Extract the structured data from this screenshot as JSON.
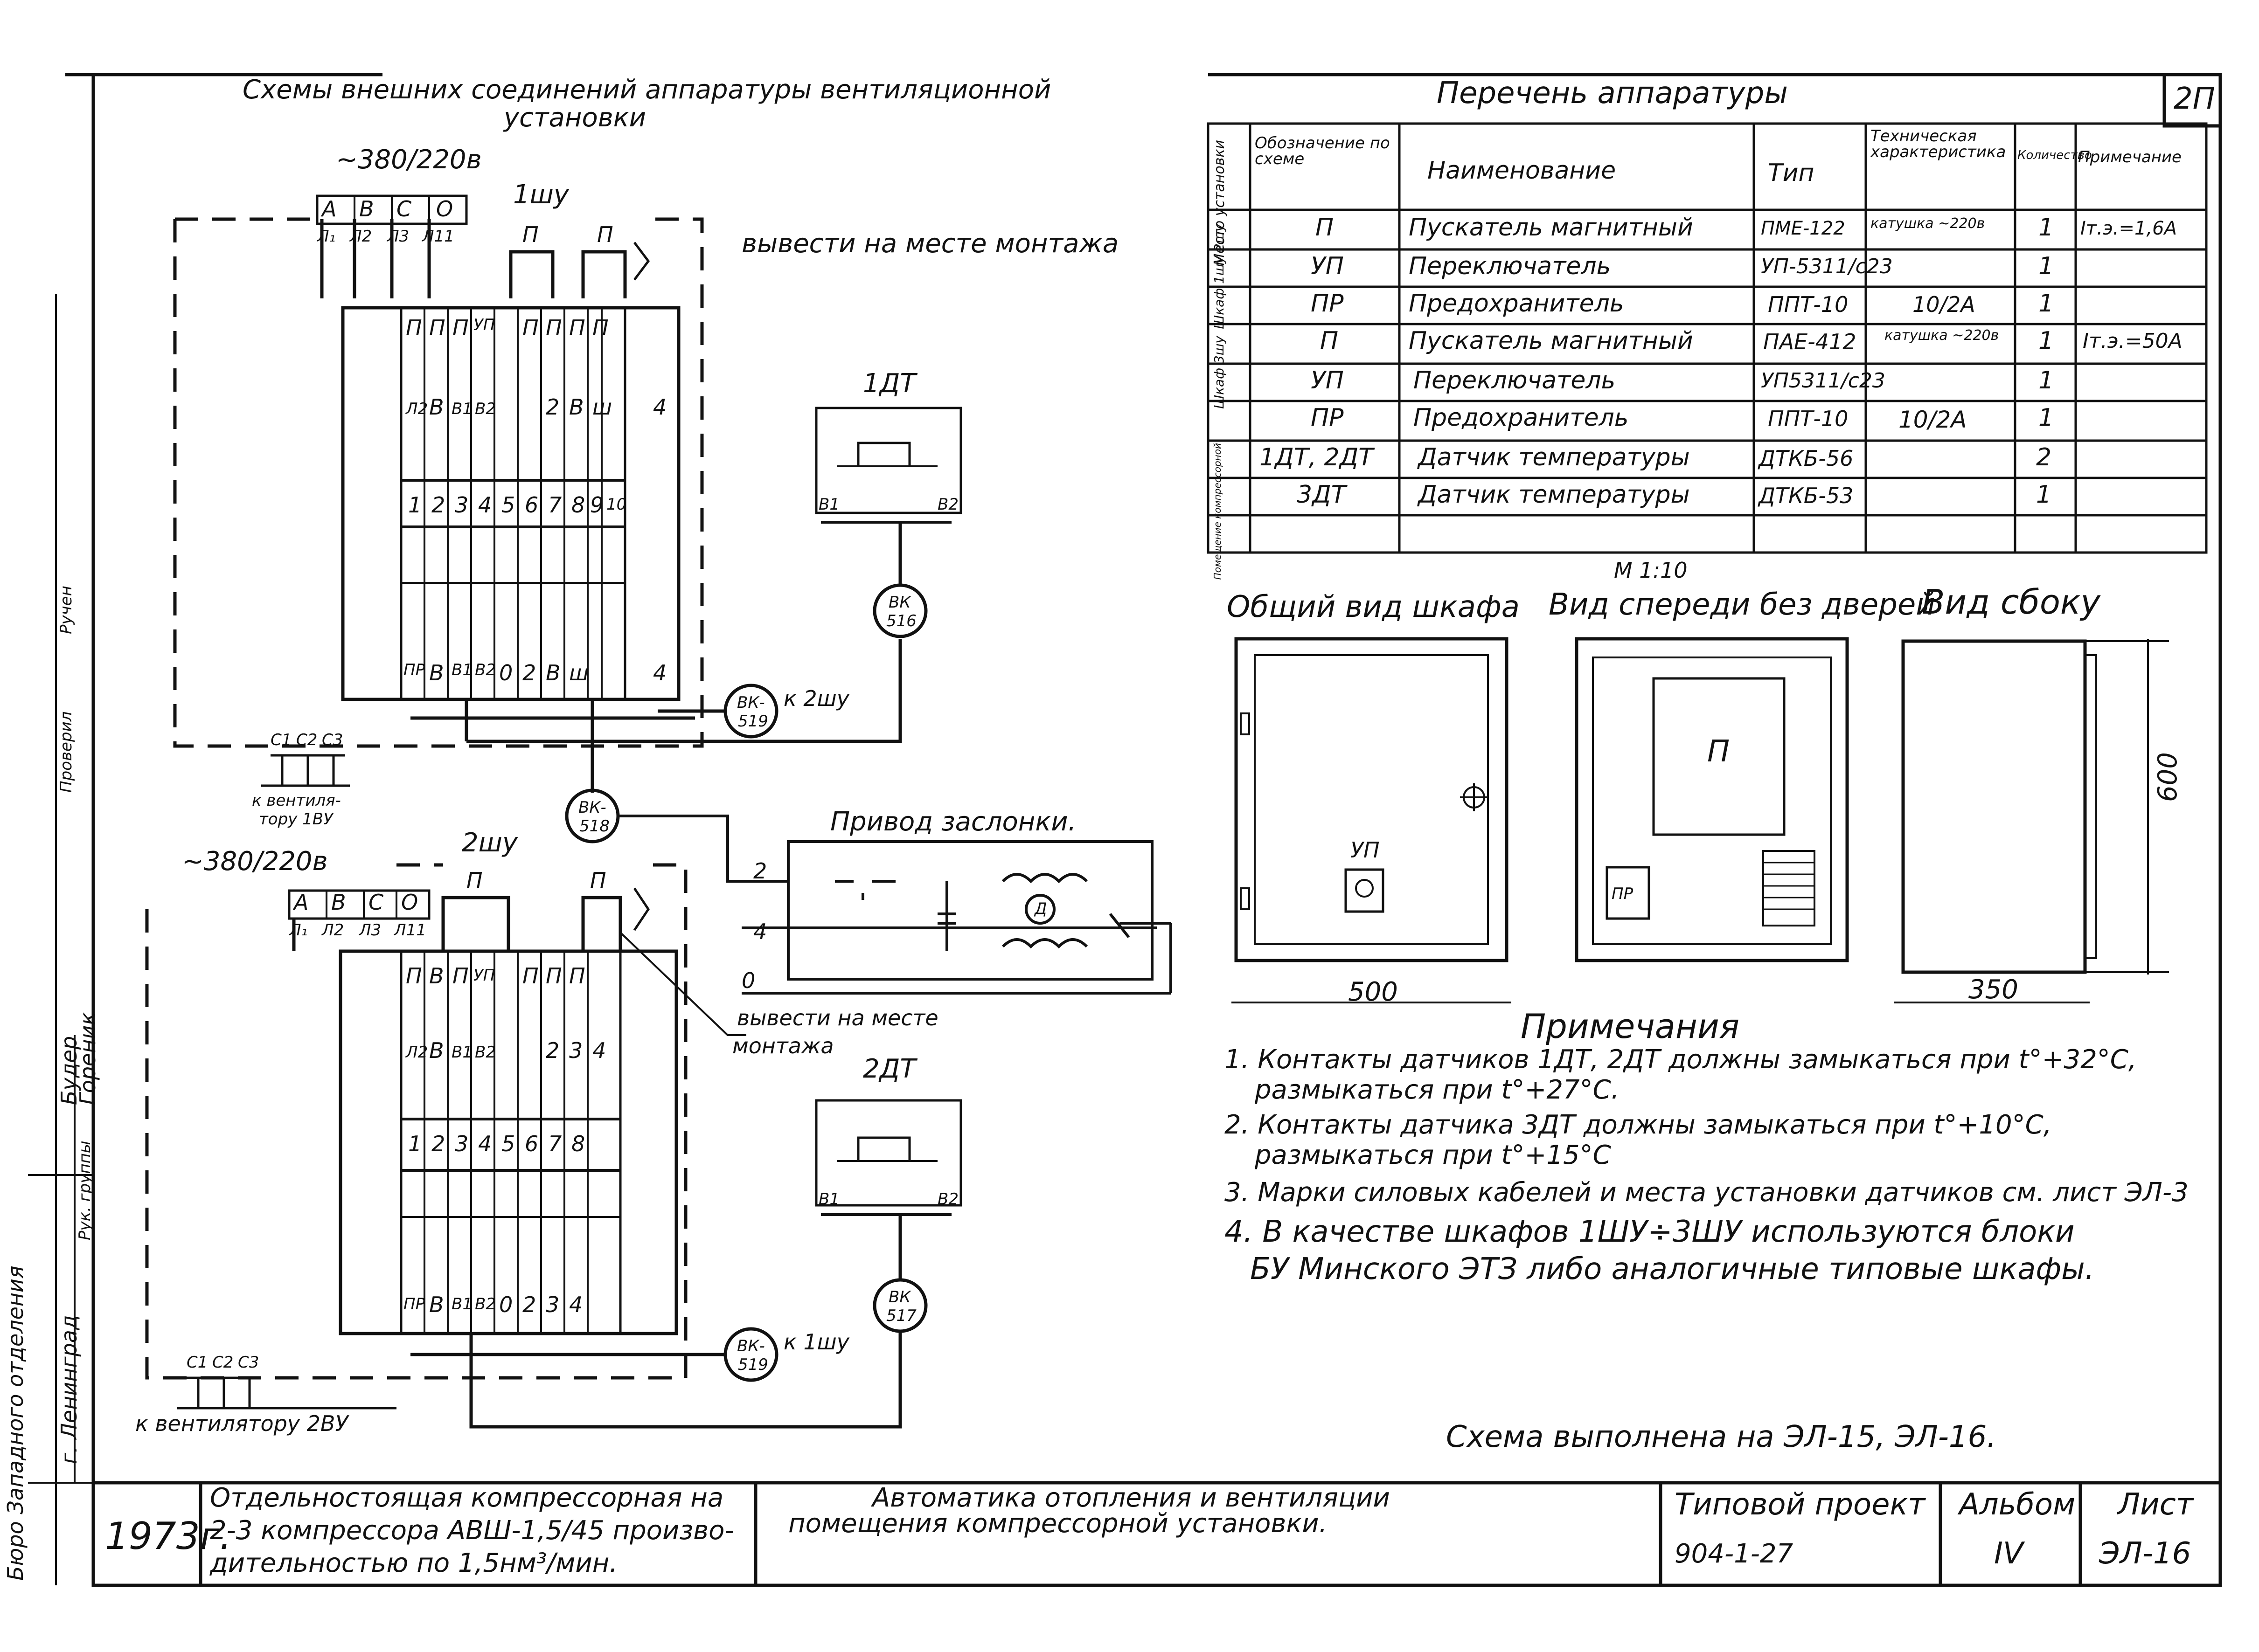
{
  "sheet_mark": "2П",
  "left_schemes_title": [
    "Схемы внешних соединений аппаратуры вентиляционной",
    "установки"
  ],
  "table_title": "Перечень аппаратуры",
  "scale": "М 1:10",
  "supply_1": "~380/220в",
  "supply_2": "~380/220в",
  "cabinet_1": "1шу",
  "cabinet_2": "2шу",
  "phase_labels_top": [
    "А",
    "В",
    "С",
    "О"
  ],
  "phase_labels_sub": [
    "Л₁",
    "Л2",
    "Л3",
    "Л11"
  ],
  "upper_label_p1": "П",
  "upper_label_p2": "П",
  "mount_note_1": "вывести на месте монтажа",
  "mount_note_2": [
    "вывести на месте",
    "монтажа"
  ],
  "sensor_1": "1ДТ",
  "sensor_2": "2ДТ",
  "sensor_terminals": [
    "В1",
    "В2"
  ],
  "box_vk516": [
    "ВК",
    "516"
  ],
  "box_vk517": [
    "ВК",
    "517"
  ],
  "box_vk518": [
    "ВК-",
    "518"
  ],
  "box_vk519_a": [
    "ВК-",
    "519"
  ],
  "box_vk519_b": [
    "ВК-",
    "519"
  ],
  "to_2shu": "к 2шу",
  "to_1shu": "к 1шу",
  "fan_cables": [
    "С1",
    "С2",
    "С3"
  ],
  "to_fan_1": [
    "к вентиля-",
    "тору 1ВУ"
  ],
  "to_fan_2": "к вентилятору 2ВУ",
  "damper_drive": "Привод заслонки.",
  "damper_lines": [
    "2",
    "4",
    "0"
  ],
  "motor": "Д",
  "strip_top_1": [
    "Л2",
    "В",
    "В1",
    "В2",
    "",
    "2",
    "В",
    "ш",
    "4"
  ],
  "strip_top_1_marks": [
    "П",
    "П",
    "П",
    "УП",
    "П",
    "П",
    "П",
    "П"
  ],
  "strip_num_1": [
    "1",
    "2",
    "3",
    "4",
    "5",
    "6",
    "7",
    "8",
    "9",
    "10"
  ],
  "strip_bot_1": [
    "ПР",
    "В",
    "В1",
    "В2",
    "0",
    "2",
    "В",
    "ш",
    "4"
  ],
  "strip_top_2": [
    "Л2",
    "В",
    "В1",
    "В2",
    "",
    "2",
    "3",
    "4"
  ],
  "strip_top_2_marks": [
    "П",
    "В",
    "П",
    "УП",
    "П",
    "П",
    "П"
  ],
  "strip_num_2": [
    "1",
    "2",
    "3",
    "4",
    "5",
    "6",
    "7",
    "8"
  ],
  "strip_bot_2": [
    "ПР",
    "В",
    "В1",
    "В2",
    "0",
    "2",
    "3",
    "4"
  ],
  "table": {
    "headers": [
      "Место установки",
      "Обозначение по схеме",
      "Наименование",
      "Тип",
      "Техническая характеристика",
      "Количество",
      "Примечание"
    ],
    "groups": [
      "Шкаф 1шу 2шу",
      "Шкаф 3шу",
      "Помещение компрессорной"
    ],
    "rows": [
      [
        "П",
        "Пускатель магнитный",
        "ПМЕ-122",
        "катушка ~220в",
        "1",
        "Iт.э.=1,6А"
      ],
      [
        "УП",
        "Переключатель",
        "УП-5311/с23",
        "",
        "1",
        ""
      ],
      [
        "ПР",
        "Предохранитель",
        "ППТ-10",
        "10/2А",
        "1",
        ""
      ],
      [
        "П",
        "Пускатель магнитный",
        "ПАЕ-412",
        "катушка ~220в",
        "1",
        "Iт.э.=50А"
      ],
      [
        "УП",
        "Переключатель",
        "УП5311/с23",
        "",
        "1",
        ""
      ],
      [
        "ПР",
        "Предохранитель",
        "ППТ-10",
        "10/2А",
        "1",
        ""
      ],
      [
        "1ДТ, 2ДТ",
        "Датчик температуры",
        "ДТКБ-56",
        "",
        "2",
        ""
      ],
      [
        "3ДТ",
        "Датчик температуры",
        "ДТКБ-53",
        "",
        "1",
        ""
      ]
    ]
  },
  "views": {
    "general": "Общий вид шкафа",
    "front": "Вид спереди без дверей",
    "side": "Вид сбоку",
    "up_label": "УП",
    "p_label": "П",
    "pr_label": "ПР",
    "dim_width": "500",
    "dim_depth": "350",
    "dim_height": "600"
  },
  "notes": {
    "title": "Примечания",
    "items": [
      "1. Контакты датчиков 1ДТ, 2ДТ должны замыкаться при t°+32°С,",
      "размыкаться при t°+27°С.",
      "2. Контакты датчика 3ДТ должны замыкаться при t°+10°С,",
      "размыкаться при t°+15°С",
      "3. Марки силовых кабелей и места установки датчиков см. лист ЭЛ-3",
      "4. В качестве шкафов 1ШУ÷3ШУ используются блоки",
      "БУ Минского ЭТЗ либо аналогичные типовые шкафы."
    ]
  },
  "schema_done": "Схема выполнена на ЭЛ-15, ЭЛ-16.",
  "stamp": {
    "year": "1973г.",
    "object": [
      "Отдельностоящая компрессорная на",
      "2-3 компрессора АВШ-1,5/45 произво-",
      "дительностью по 1,5нм³/мин."
    ],
    "title": [
      "Автоматика отопления и вентиляции",
      "помещения компрессорной установки."
    ],
    "project_label": "Типовой проект",
    "project_no": "904-1-27",
    "album_label": "Альбом",
    "album_no": "IV",
    "sheet_label": "Лист",
    "sheet_no": "ЭЛ-16"
  },
  "side_strip": [
    "Бюро Западного отделения",
    "Рук. группы",
    "Гореник",
    "Будер",
    "г. Ленинград",
    "Проверил",
    "Ручен"
  ]
}
